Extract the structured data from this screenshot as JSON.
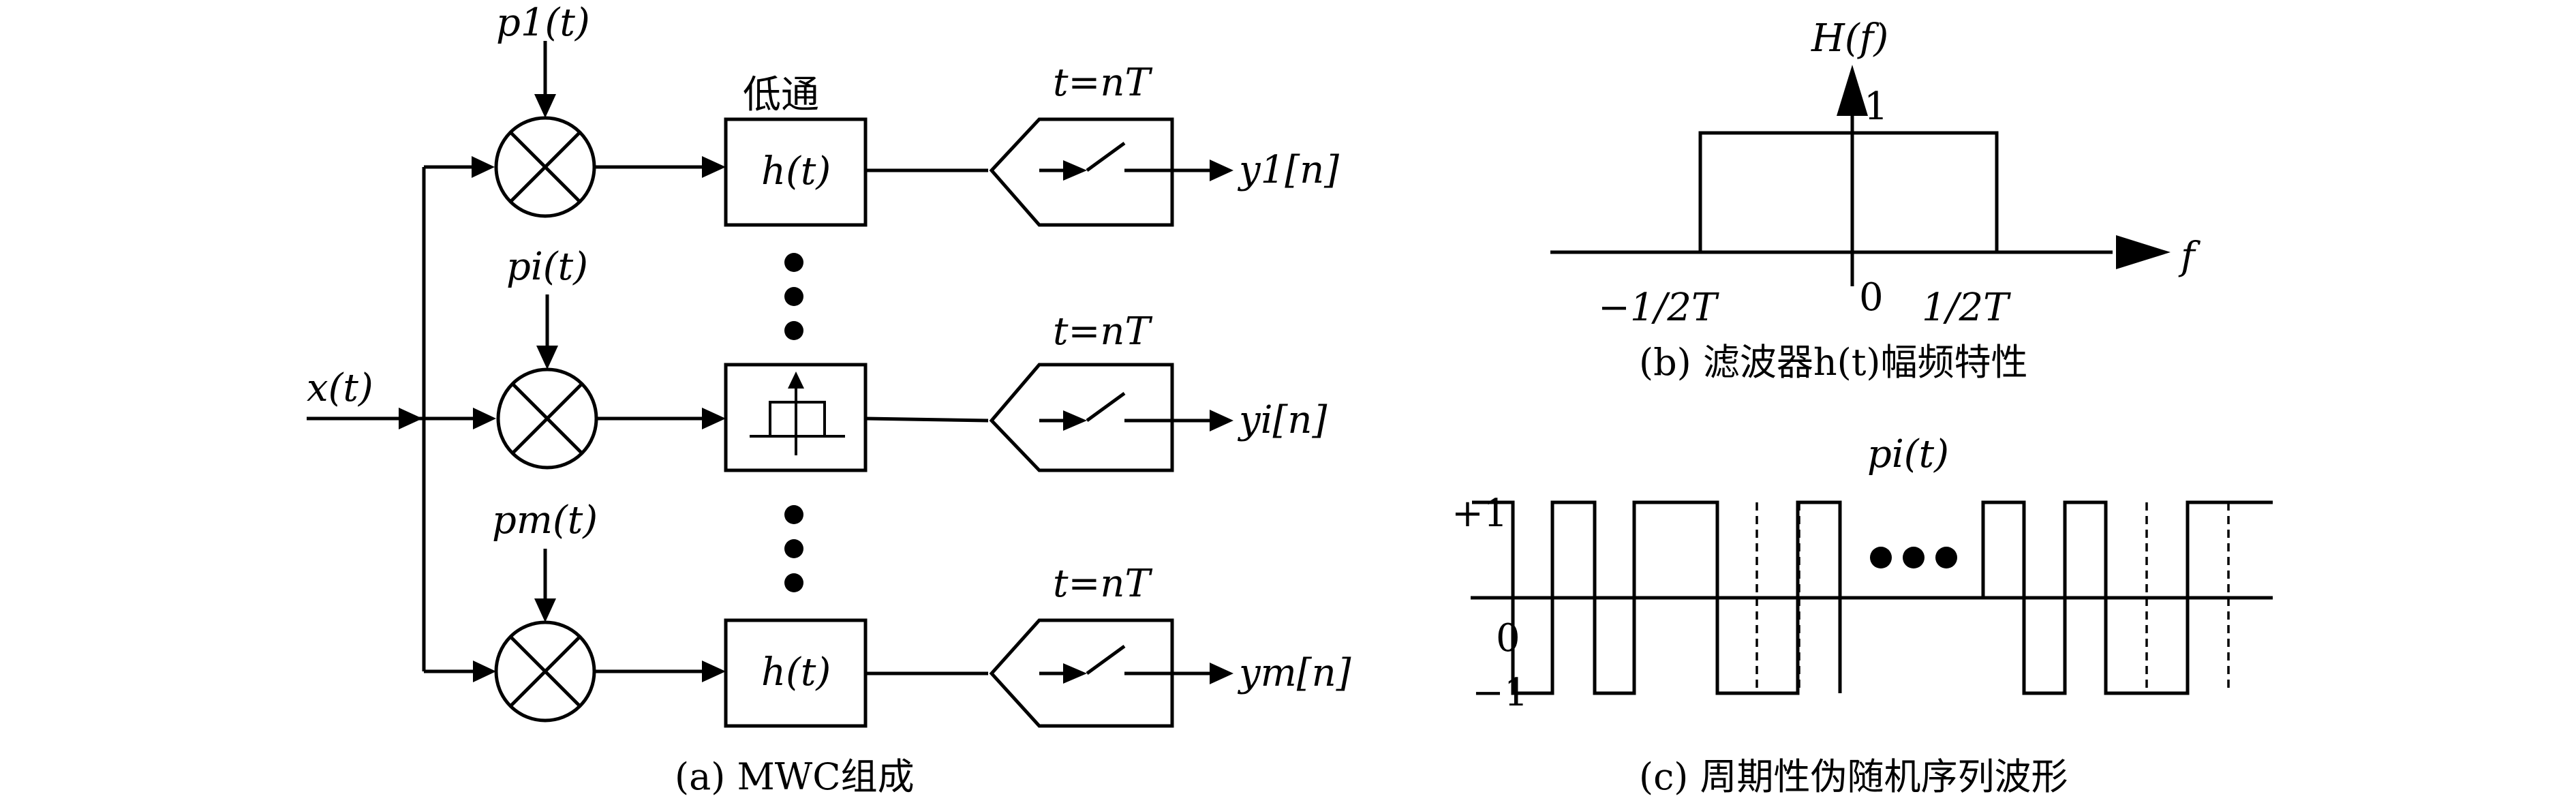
{
  "panel_a": {
    "caption": "(a) MWC组成",
    "input_label": "x(t)",
    "lowpass_label": "低通",
    "channels": [
      {
        "mixer_label": "p1(t)",
        "filter_label": "h(t)",
        "sampler_label": "t=nT",
        "output_label": "y1[n]",
        "highlighted": false
      },
      {
        "mixer_label": "pi(t)",
        "filter_label": "",
        "sampler_label": "t=nT",
        "output_label": "yi[n]",
        "highlighted": true
      },
      {
        "mixer_label": "pm(t)",
        "filter_label": "h(t)",
        "sampler_label": "t=nT",
        "output_label": "ym[n]",
        "highlighted": false
      }
    ],
    "highlight_color": "#d9d9d9"
  },
  "panel_b": {
    "caption": "(b) 滤波器h(t)幅频特性",
    "ylabel": "H(f)",
    "xlabel": "f",
    "amplitude_label": "1",
    "ticks": {
      "left": "−1/2T",
      "origin": "0",
      "right": "1/2T"
    }
  },
  "panel_c": {
    "caption": "(c) 周期性伪随机序列波形",
    "title": "pi(t)",
    "level_high": "+1",
    "level_zero": "0",
    "level_low": "−1"
  }
}
